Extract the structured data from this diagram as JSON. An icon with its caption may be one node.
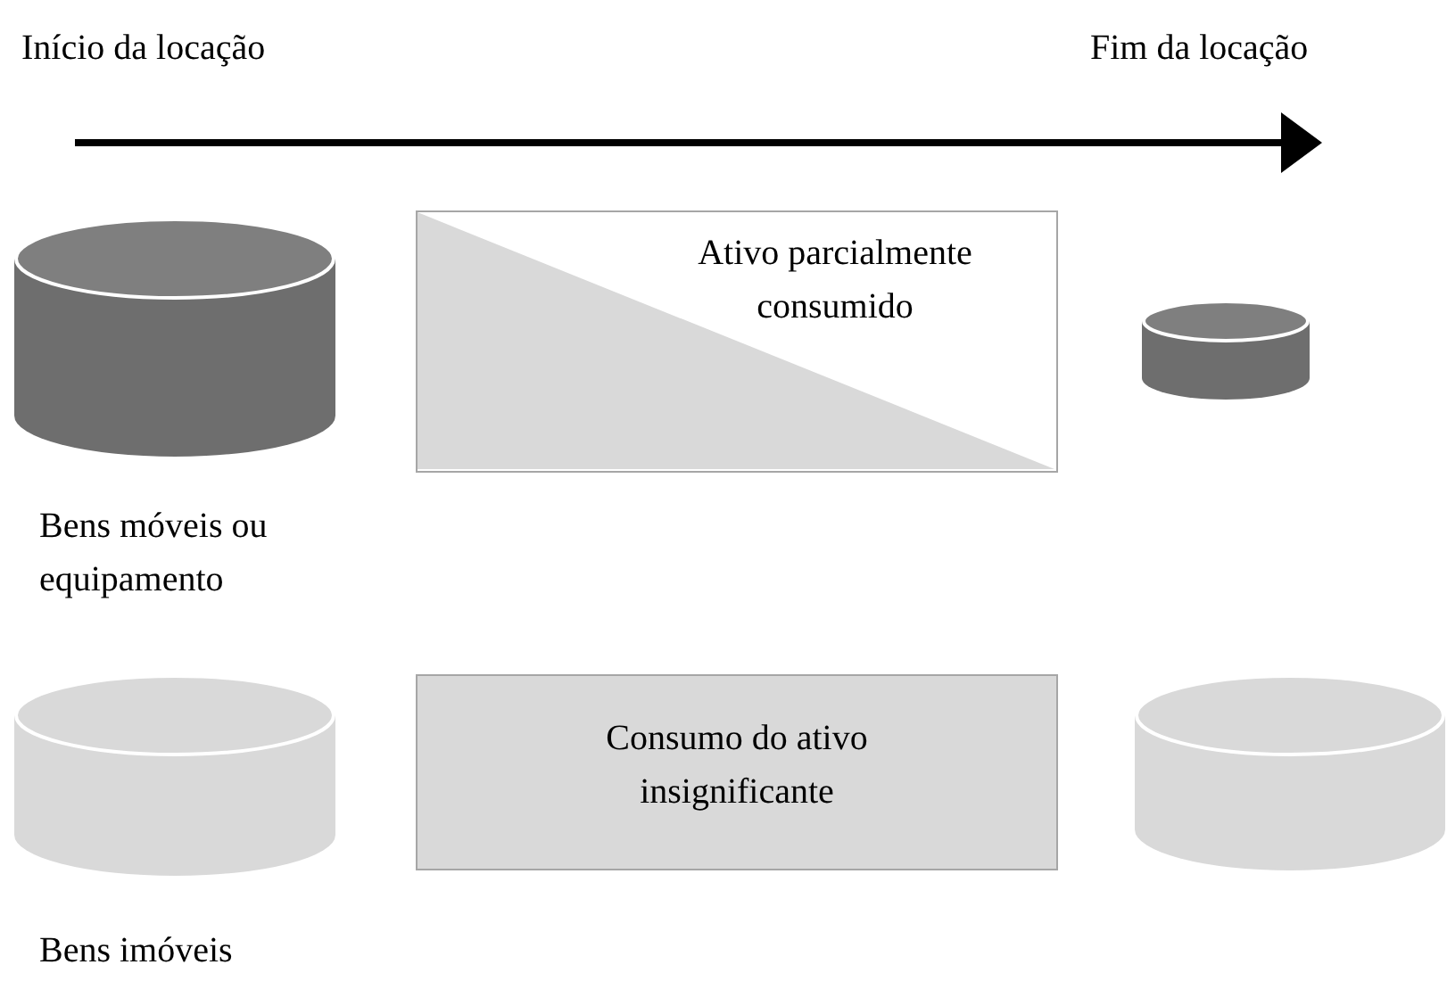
{
  "diagram": {
    "nodes": [
      {
        "text": [],
        "shape": "cylinder",
        "beside": [
          "Bens móveis ou equipamento"
        ]
      },
      {
        "text": [
          "Ativo parcialmente consumido"
        ]
      },
      {
        "text": [],
        "shape": "cylinder"
      },
      {
        "text": [],
        "shape": "cylinder",
        "beside": [
          "Bens imóveis"
        ]
      },
      {
        "text": [
          "Consumo do ativo insignificante"
        ]
      },
      {
        "text": [],
        "shape": "cylinder"
      }
    ],
    "labels": [
      "Início da locação",
      "Fim da locação"
    ]
  }
}
